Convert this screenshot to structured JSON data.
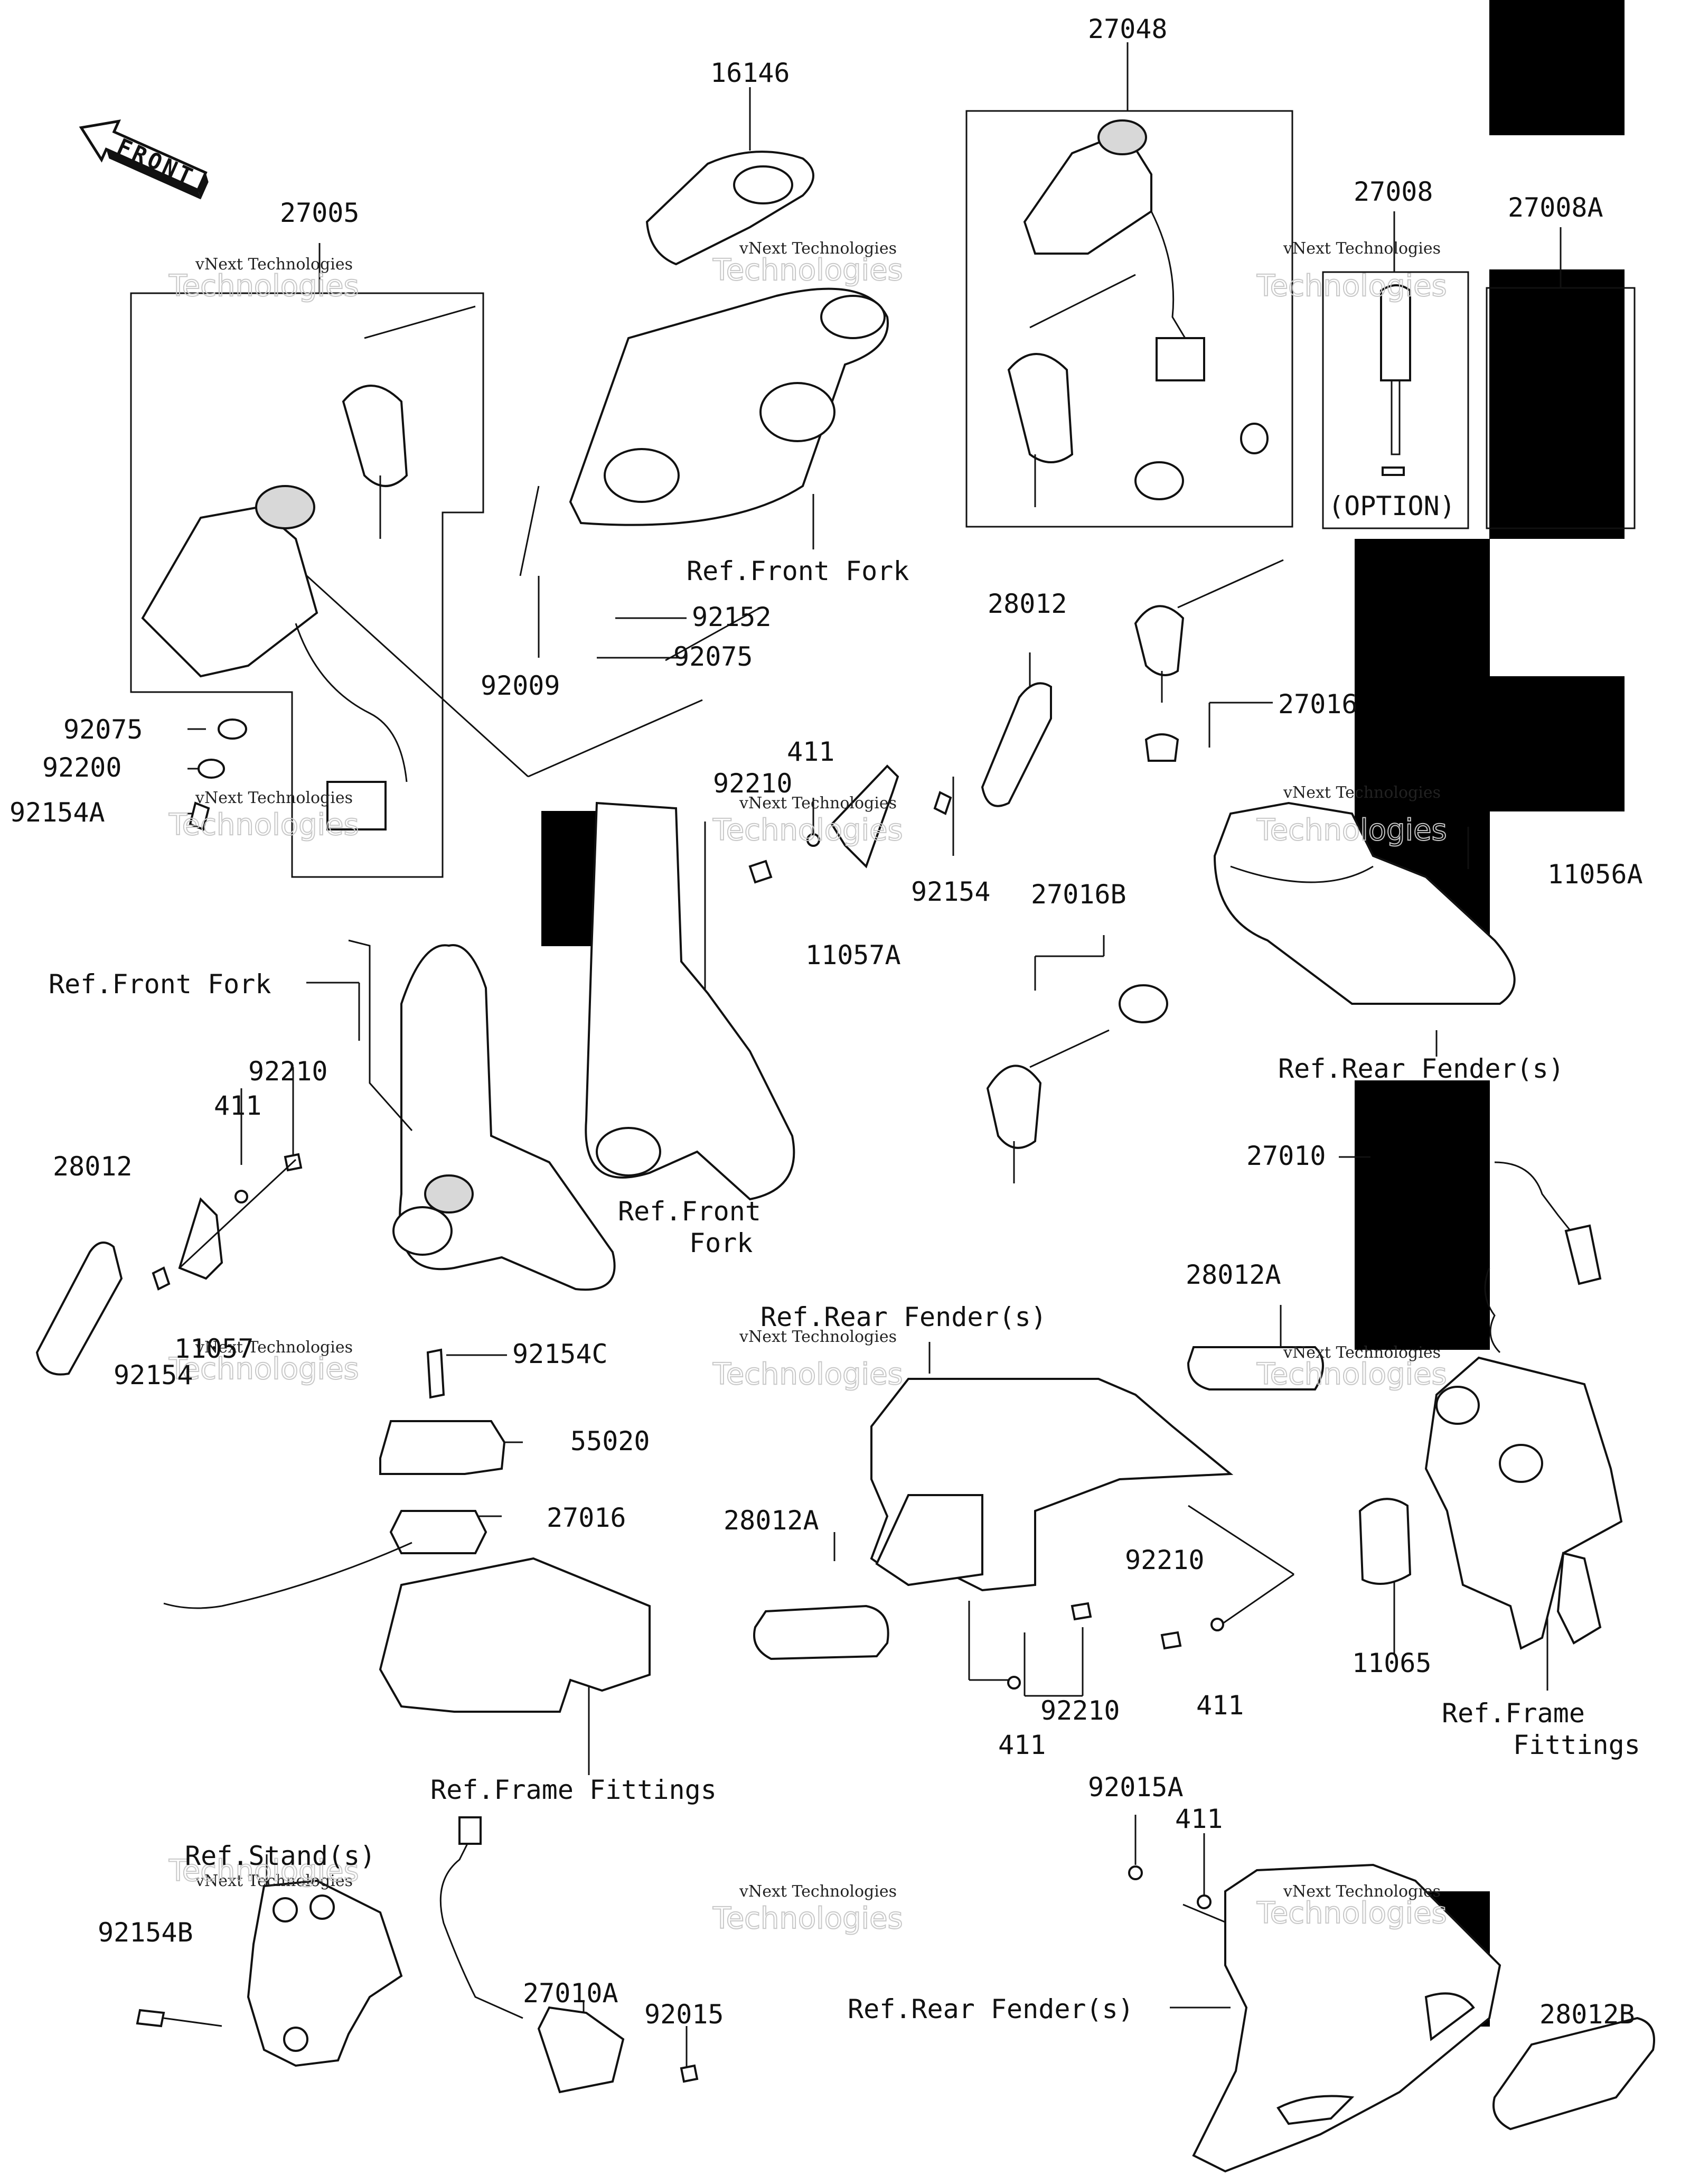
{
  "front_arrow": "FRONT",
  "labels": {
    "p16146": "16146",
    "p27048": "27048",
    "p27005": "27005",
    "p27008": "27008",
    "p27008A": "27008A",
    "option": "(OPTION)",
    "ref_front_fork_top": "Ref.Front Fork",
    "p92152": "92152",
    "p92075_top": "92075",
    "p92009": "92009",
    "p92075_left": "92075",
    "p92200": "92200",
    "p92154A": "92154A",
    "p28012_top": "28012",
    "p27016_top": "27016",
    "p411_top": "411",
    "p92210_top": "92210",
    "p92154_top": "92154",
    "p11057A": "11057A",
    "p11056A": "11056A",
    "p27016B": "27016B",
    "ref_front_fork_left": "Ref.Front Fork",
    "ref_rear_fender_right": "Ref.Rear Fender(s)",
    "p92210_left": "92210",
    "p411_left": "411",
    "p28012_left": "28012",
    "p92154_left": "92154",
    "p11057": "11057",
    "ref_front_fork_mid_1": "Ref.Front",
    "ref_front_fork_mid_2": "Fork",
    "p27010": "27010",
    "p28012A_right": "28012A",
    "ref_rear_fender_mid": "Ref.Rear Fender(s)",
    "p92154C": "92154C",
    "p55020": "55020",
    "p27016_mid": "27016",
    "p28012A_mid": "28012A",
    "p92210_mid": "92210",
    "p411_mid_right": "411",
    "p92210_mid_low": "92210",
    "p411_mid_low": "411",
    "p11065": "11065",
    "ref_frame_fittings_right_1": "Ref.Frame",
    "ref_frame_fittings_right_2": "Fittings",
    "ref_frame_fittings_mid": "Ref.Frame Fittings",
    "p92015A": "92015A",
    "p411_bottom": "411",
    "ref_stands": "Ref.Stand(s)",
    "p92154B": "92154B",
    "p27010A": "27010A",
    "p92015": "92015",
    "p28012B": "28012B",
    "ref_rear_fender_bottom": "Ref.Rear Fender(s)"
  },
  "watermark": {
    "line1": "vNext Technologies",
    "line2": "Technologies"
  }
}
